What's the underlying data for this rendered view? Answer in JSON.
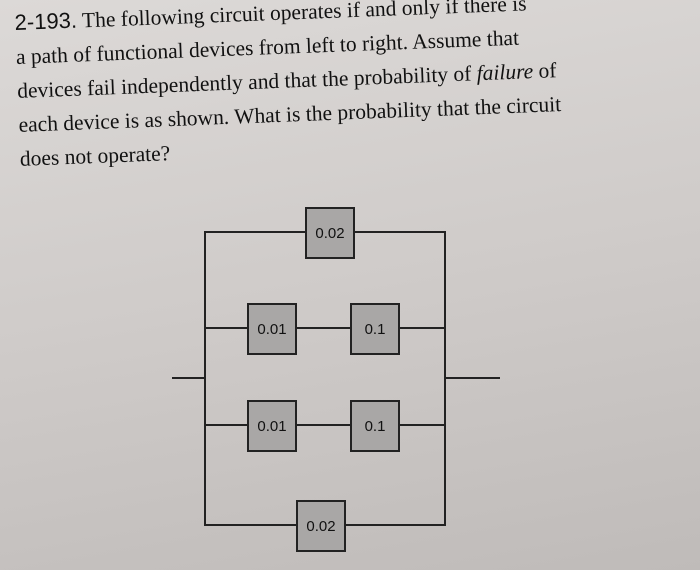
{
  "problem": {
    "number": "2-193.",
    "lines": [
      "The following circuit operates if and only if there is",
      "a path of functional devices from left to right. Assume that",
      "devices fail independently and that the probability of ",
      "each device is as shown. What is the probability that the circuit",
      "does not operate?"
    ],
    "emphasis": "failure",
    "line3_tail": " of"
  },
  "circuit": {
    "top_device": "0.02",
    "row1": [
      "0.01",
      "0.1"
    ],
    "row2": [
      "0.01",
      "0.1"
    ],
    "bottom_device": "0.02"
  }
}
